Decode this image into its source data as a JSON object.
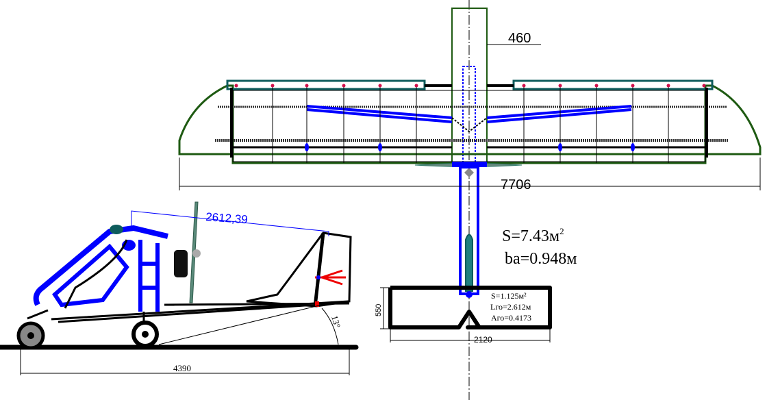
{
  "top_view": {
    "fuselage_width_dim": "460",
    "span_dim": "7706",
    "wing_area": "S=7.43м",
    "wing_area_sup": "2",
    "mac": "ba=0.948м"
  },
  "tail": {
    "chord_dim": "550",
    "span_dim": "2120",
    "area": "S=1.125м²",
    "arm": "Lго=2.612м",
    "volume": "Aго=0.4173"
  },
  "side_view": {
    "tail_arm_dim": "2612,39",
    "angle_dim": "13°",
    "length_dim": "4390"
  },
  "colors": {
    "frame": "#0000ff",
    "outline": "#000000",
    "wingtip": "#1e5a12",
    "panel": "#0e5c5c",
    "rib": "#d0104a",
    "prop": "#2e7a6a"
  }
}
